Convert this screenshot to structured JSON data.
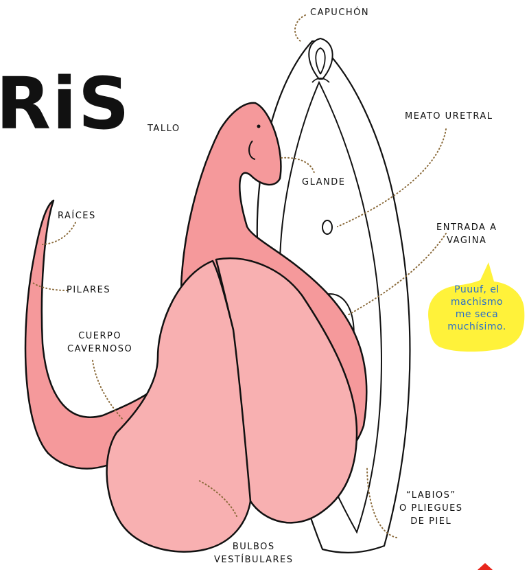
{
  "title_fragment": "RiS",
  "labels": {
    "capuchon": "Capuchón",
    "tallo": "tallo",
    "meato": "meato uretral",
    "glande": "Glande",
    "raices": "raíces",
    "entrada_line1": "entrada a",
    "entrada_line2": "vagina",
    "pilares": "pilares",
    "cuerpo_line1": "cuerpo",
    "cuerpo_line2": "cavernoso",
    "labios_line1": "“labios”",
    "labios_line2": "o pliegues",
    "labios_line3": "de piel",
    "bulbos_line1": "bulbos",
    "bulbos_line2": "vestíbulares"
  },
  "speech_bubble": {
    "line1": "Puuuf, el",
    "line2": "machismo",
    "line3": "me seca",
    "line4": "muchísimo."
  },
  "colors": {
    "clitoris_body": "#f5999b",
    "bulbs": "#f8b0b1",
    "bubble_fill": "#fff23a",
    "bubble_text": "#2a6fc9",
    "leader_lines": "#8a6a3a",
    "corner_marker": "#e8261c"
  }
}
